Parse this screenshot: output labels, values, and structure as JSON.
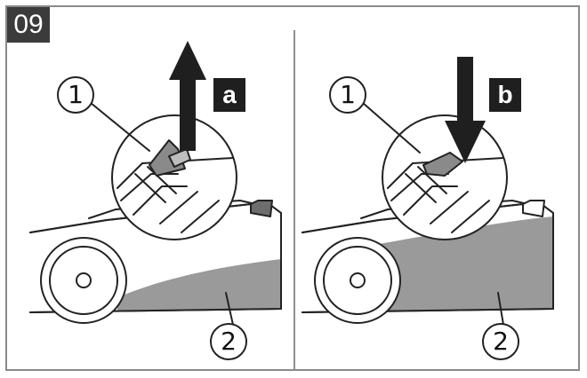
{
  "step_number": "09",
  "panels": [
    {
      "id": "left",
      "label": "a",
      "callouts": [
        "1",
        "2"
      ],
      "arrow_direction": "up"
    },
    {
      "id": "right",
      "label": "b",
      "callouts": [
        "1",
        "2"
      ],
      "arrow_direction": "down"
    }
  ],
  "colors": {
    "line": "#222222",
    "fill_gray": "#9a9a9a",
    "frame": "#8a8a8a",
    "badge": "#3b3b3b"
  }
}
